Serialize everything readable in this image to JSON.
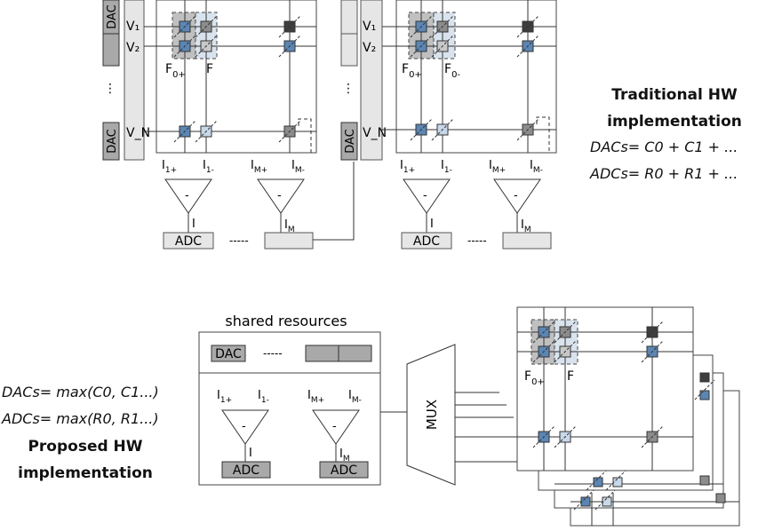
{
  "colors": {
    "blue_cell": "#5b86b4",
    "light_blue_cell": "#c8d8e8",
    "light_gray_cell": "#c8c8c8",
    "mid_gray_cell": "#8c8c8c",
    "dark_cell": "#3e3e3e",
    "shade_box": "#a9a9a9",
    "light_box": "#d8d8d8",
    "filter_shade": "#d9e3ee"
  },
  "top_left": {
    "dac_top": "DAC",
    "dac_bottom": "DAC",
    "v1": "V₁",
    "v2": "V₂",
    "vn": "V_N",
    "f0_plus_main": "F",
    "f0_plus_sub": "0+",
    "f_minus_main": "F",
    "f_minus_sub": "",
    "i1_plus_main": "I",
    "i1_plus_sub": "1+",
    "i1_minus_main": "I",
    "i1_minus_sub": "1-",
    "im_plus_main": "I",
    "im_plus_sub": "M+",
    "im_minus_main": "I",
    "im_minus_sub": "M-",
    "amp1_sign": "-",
    "amp2_sign": "-",
    "out1": "I",
    "out2_main": "I",
    "out2_sub": "M",
    "adc": "ADC",
    "dashes": "-----"
  },
  "top_right": {
    "dac_bottom": "DAC",
    "v1": "V₁",
    "v2": "V₂",
    "vn": "V_N",
    "f0_plus_main": "F",
    "f0_plus_sub": "0+",
    "f0_minus_main": "F",
    "f0_minus_sub": "0-",
    "i1_plus_main": "I",
    "i1_plus_sub": "1+",
    "i1_minus_main": "I",
    "i1_minus_sub": "1-",
    "im_plus_main": "I",
    "im_plus_sub": "M+",
    "im_minus_main": "I",
    "im_minus_sub": "M-",
    "amp1_sign": "-",
    "amp2_sign": "-",
    "out1": "I",
    "out2_main": "I",
    "out2_sub": "M",
    "adc": "ADC",
    "dashes": "-----"
  },
  "traditional": {
    "title_line1": "Traditional HW",
    "title_line2": "implementation",
    "dacs_formula": "DACs= C0 + C1 + ...",
    "adcs_formula": "ADCs= R0 + R1 + ..."
  },
  "proposed": {
    "dacs_formula": "DACs= max(C0, C1...)",
    "adcs_formula": "ADCs= max(R0, R1...)",
    "title_line1": "Proposed HW",
    "title_line2": "implementation"
  },
  "shared": {
    "title": "shared resources",
    "dac": "DAC",
    "dashes": "-----",
    "i1_plus_main": "I",
    "i1_plus_sub": "1+",
    "i1_minus_main": "I",
    "i1_minus_sub": "1-",
    "im_plus_main": "I",
    "im_plus_sub": "M+",
    "im_minus_main": "I",
    "im_minus_sub": "M-",
    "amp1_sign": "-",
    "amp2_sign": "-",
    "out1": "I",
    "out2_main": "I",
    "out2_sub": "M",
    "adc1": "ADC",
    "adc2": "ADC",
    "mux": "MUX",
    "f0_plus_main": "F",
    "f0_plus_sub": "0+",
    "f_minus_main": "F",
    "f_minus_sub": ""
  }
}
